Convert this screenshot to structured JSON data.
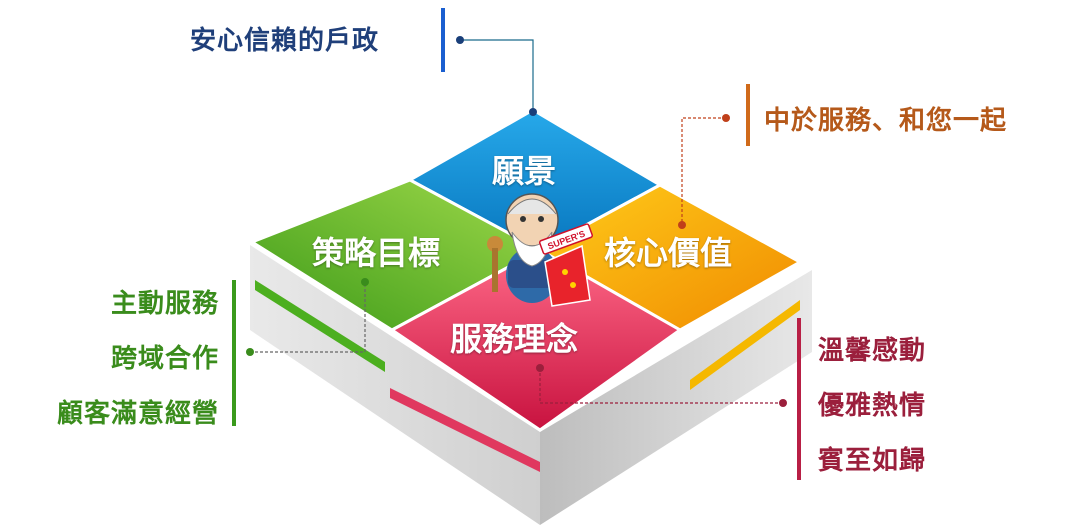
{
  "colors": {
    "vision": "#0e8fd6",
    "core": "#f5a300",
    "strategy": "#5cb82a",
    "service": "#e0385f",
    "vision_text": "#1f3f7a",
    "core_text": "#b5591a",
    "strategy_text": "#3a8c1c",
    "service_text": "#9b1f3c"
  },
  "quadrants": {
    "vision": "願景",
    "strategy": "策略目標",
    "core": "核心價值",
    "service": "服務理念"
  },
  "vision_callout": "安心信賴的戶政",
  "core_callout": "中於服務、和您一起",
  "strategy_callout": [
    "主動服務",
    "跨域合作",
    "顧客滿意經營"
  ],
  "service_callout": [
    "溫馨感動",
    "優雅熱情",
    "賓至如歸"
  ],
  "mascot": {
    "badge_text": "SUPER'S",
    "icon": "old-man-mascot-icon"
  }
}
